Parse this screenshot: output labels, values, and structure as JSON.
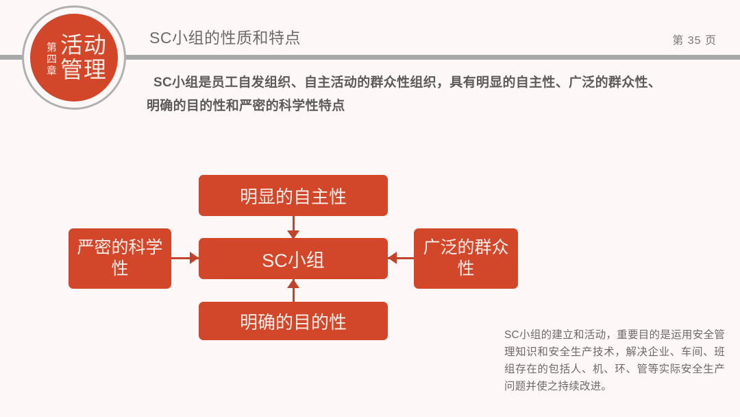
{
  "header": {
    "badge": {
      "chapter_label": "第四章",
      "title_line1": "活动",
      "title_line2": "管理"
    },
    "slide_title": "SC小组的性质和特点",
    "page_number": "第 35 页"
  },
  "lead": {
    "line1": "SC小组是员工自发组织、自主活动的群众性组织，具有明显的自主性、广泛的群众性、",
    "line2": "明确的目的性和严密的科学性特点"
  },
  "diagram": {
    "center": "SC小组",
    "top": "明显的自主性",
    "bottom": "明确的目的性",
    "left": "严密的科学性",
    "right": "广泛的群众性"
  },
  "caption": {
    "text": "SC小组的建立和活动，重要目的是运用安全管理知识和安全生产技术，解决企业、车间、班组存在的包括人、机、环、管等实际安全生产问题并使之持续改进。"
  },
  "colors": {
    "accent": "#d2462a",
    "arrow": "#c1432a",
    "background": "#fdf7f7",
    "rule": "#a8a8a8",
    "title_text": "#6d6a6a"
  }
}
